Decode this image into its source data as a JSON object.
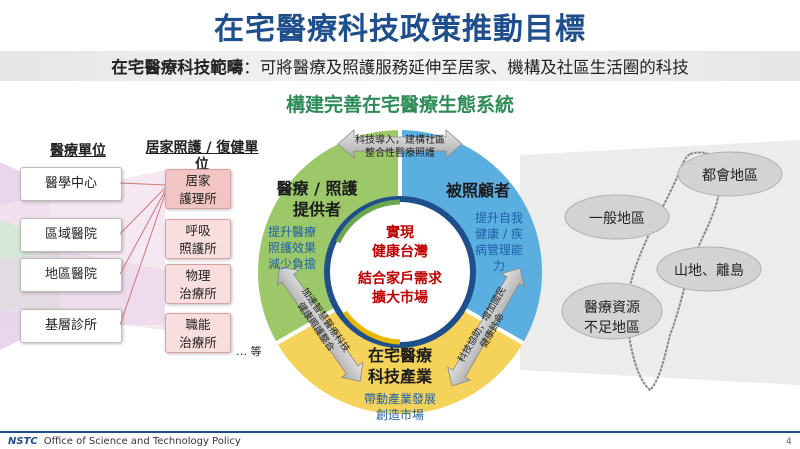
{
  "title": "在宅醫療科技政策推動目標",
  "scope": {
    "label": "在宅醫療科技範疇",
    "text": "：可將醫療及照護服務延伸至居家、機構及社區生活圈的科技"
  },
  "ecosystem_title": "構建完善在宅醫療生態系統",
  "medical_units": {
    "header": "醫療單位",
    "items": [
      "醫學中心",
      "區域醫院",
      "地區醫院",
      "基層診所"
    ]
  },
  "home_care": {
    "header": "居家照護 / 復健單位",
    "items": [
      {
        "line1": "居家",
        "line2": "護理所"
      },
      {
        "line1": "呼吸",
        "line2": "照護所"
      },
      {
        "line1": "物理",
        "line2": "治療所"
      },
      {
        "line1": "職能",
        "line2": "治療所"
      }
    ],
    "etc": "… 等"
  },
  "wheel": {
    "top_arrow": {
      "line1": "科技導入，建構社區",
      "line2": "整合性醫療照護"
    },
    "left_sector": {
      "title_line1": "醫療 / 照護",
      "title_line2": "提供者",
      "sub": [
        "提升醫療",
        "照護效果",
        "減少負擔"
      ]
    },
    "right_sector": {
      "title": "被照顧者",
      "sub": [
        "提升自我",
        "健康 / 疾",
        "病管理能",
        "力"
      ]
    },
    "bottom_sector": {
      "title_line1": "在宅醫療",
      "title_line2": "科技產業",
      "sub": [
        "帶動產業發展",
        "創造市場"
      ]
    },
    "left_arrow": [
      "加速智慧醫療科技",
      "健康照護整合"
    ],
    "right_arrow": [
      "科技協助，增加國民",
      "健康餘命"
    ],
    "center": {
      "line1": "實現",
      "line2": "健康台灣",
      "line3": "結合家戶需求",
      "line4": "擴大市場"
    },
    "colors": {
      "green": "#9cc86a",
      "blue": "#5aaee0",
      "yellow": "#f5d35a",
      "navy": "#1f4e8c",
      "red": "#c00000"
    }
  },
  "regions": [
    "都會地區",
    "一般地區",
    "山地、離島",
    "醫療資源",
    "不足地區"
  ],
  "footer": {
    "logo": "NSTC",
    "org": "Office of Science and Technology Policy",
    "page": "4"
  }
}
